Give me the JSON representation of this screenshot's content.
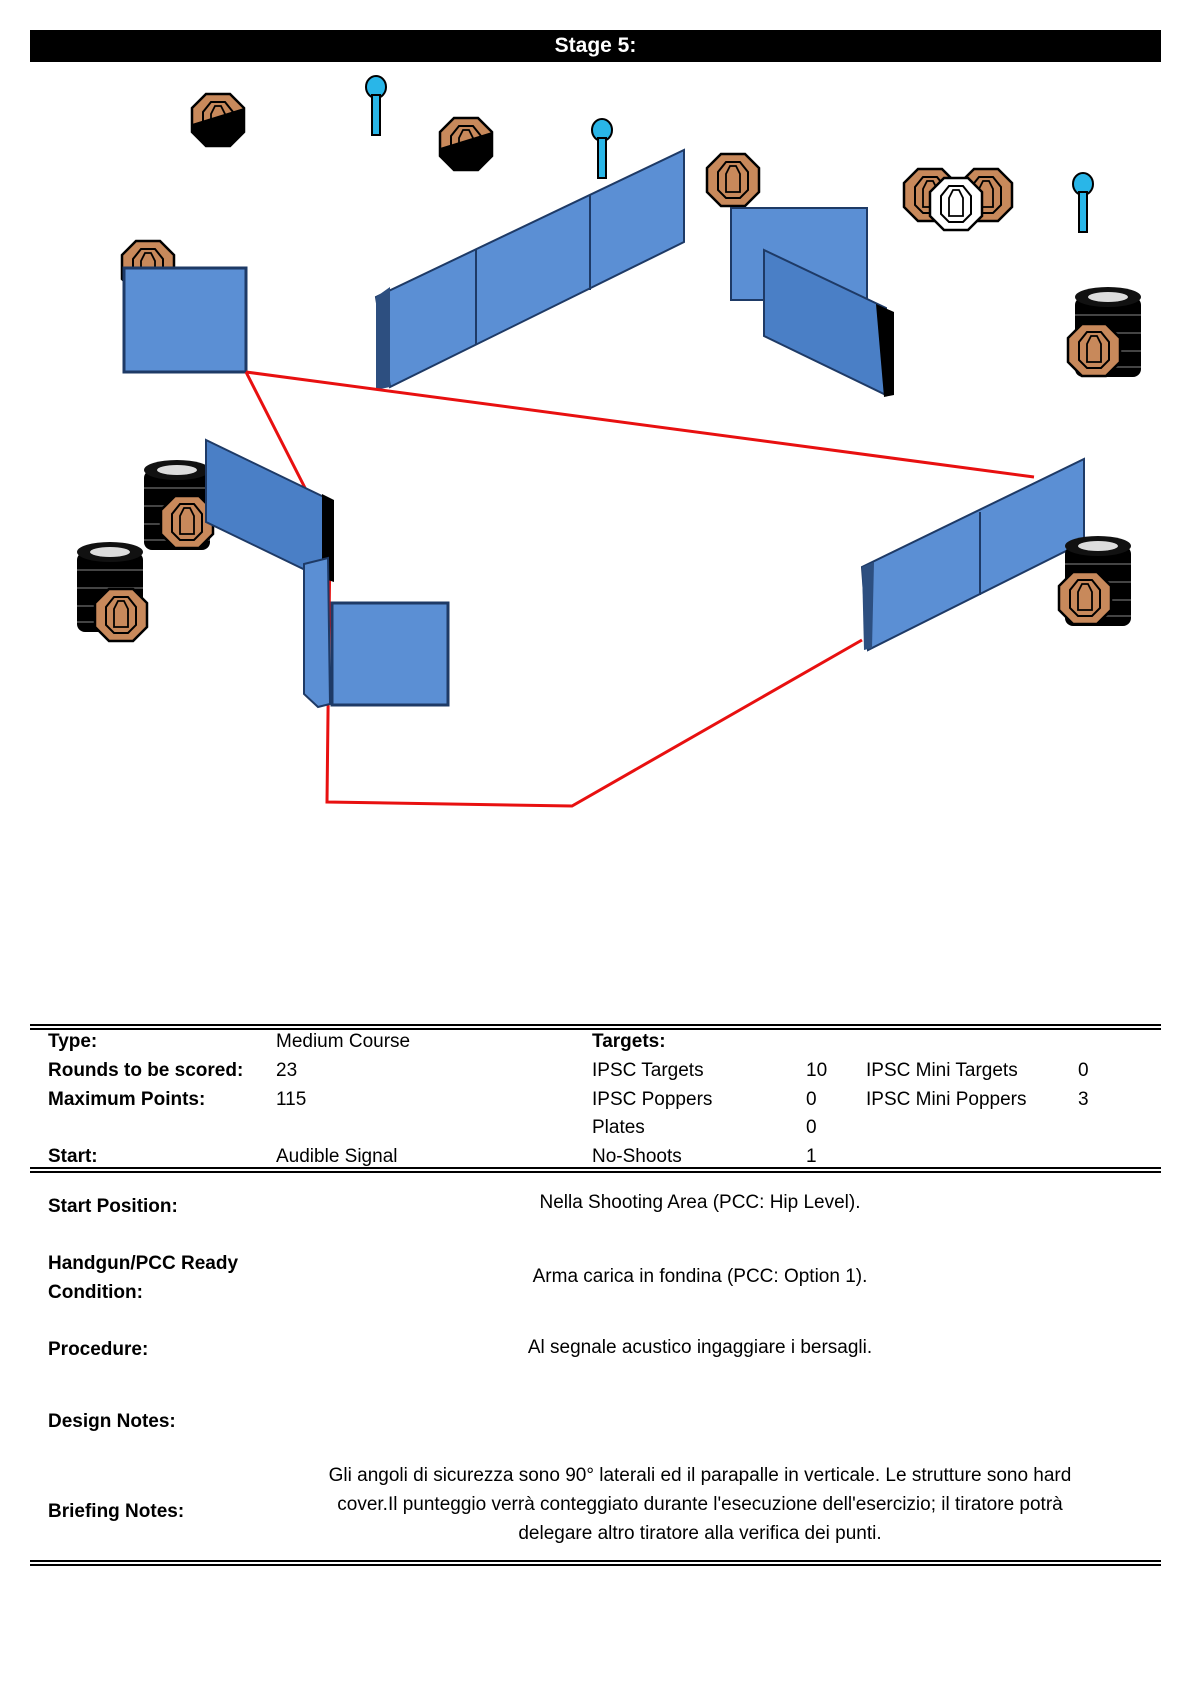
{
  "title": "Stage 5:",
  "stats": {
    "type_label": "Type:",
    "type_value": "Medium Course",
    "rounds_label": "Rounds to be scored:",
    "rounds_value": "23",
    "max_label": "Maximum Points:",
    "max_value": "115",
    "start_label": "Start:",
    "start_value": "Audible Signal"
  },
  "targets": {
    "header": "Targets:",
    "items": [
      {
        "label": "IPSC Targets",
        "value": "10"
      },
      {
        "label": "IPSC Poppers",
        "value": "0"
      },
      {
        "label": "Plates",
        "value": "0"
      },
      {
        "label": "No-Shoots",
        "value": "1"
      }
    ],
    "mini": [
      {
        "label": "IPSC Mini Targets",
        "value": "0"
      },
      {
        "label": "IPSC Mini Poppers",
        "value": "3"
      }
    ]
  },
  "details": {
    "start_position_label": "Start Position:",
    "start_position_value": "Nella Shooting  Area (PCC: Hip Level).",
    "ready_label_1": "Handgun/PCC Ready",
    "ready_label_2": "Condition:",
    "ready_value": "Arma carica in fondina (PCC: Option 1).",
    "procedure_label": "Procedure:",
    "procedure_value": "Al segnale acustico ingaggiare i bersagli.",
    "design_label": "Design Notes:",
    "briefing_label": "Briefing Notes:",
    "briefing_line_1": "Gli angoli di sicurezza sono 90° laterali ed il parapalle in verticale. Le strutture sono hard",
    "briefing_line_2": "cover.Il punteggio verrà conteggiato durante l'esecuzione dell'esercizio; il tiratore potrà",
    "briefing_line_3": "delegare altro tiratore alla verifica  dei punti."
  },
  "colors": {
    "wall_face": "#5b8fd4",
    "wall_edge": "#1e3a66",
    "target": "#c8895b",
    "popper": "#29b6e8",
    "fault_line": "#e81010",
    "no_shoot": "#ffffff"
  }
}
